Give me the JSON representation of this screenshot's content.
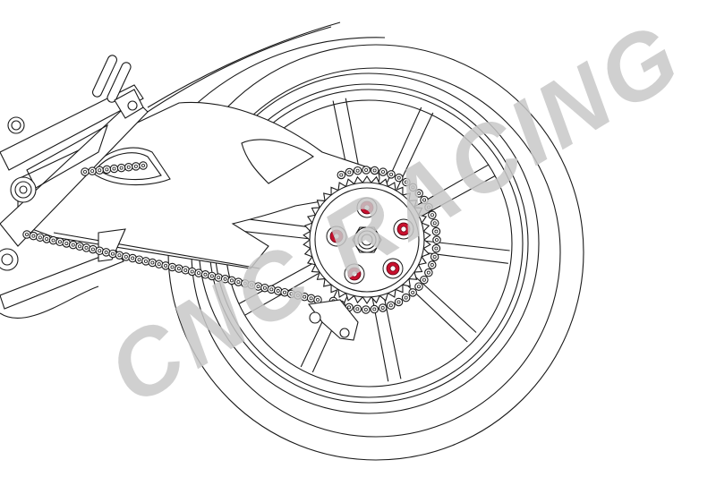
{
  "illustration": {
    "subject": "Motorcycle rear wheel, swingarm, chain and sprocket line drawing",
    "background_color": "#ffffff",
    "line_color": "#1a1a1a",
    "highlight_color": "#c8102e",
    "highlight_parts": "sprocket carrier bolts",
    "bolt_count": 5,
    "spoke_count": 10
  },
  "watermark": {
    "text": "CNC RACING",
    "color": "#c8c8c8",
    "angle_deg": -31
  }
}
